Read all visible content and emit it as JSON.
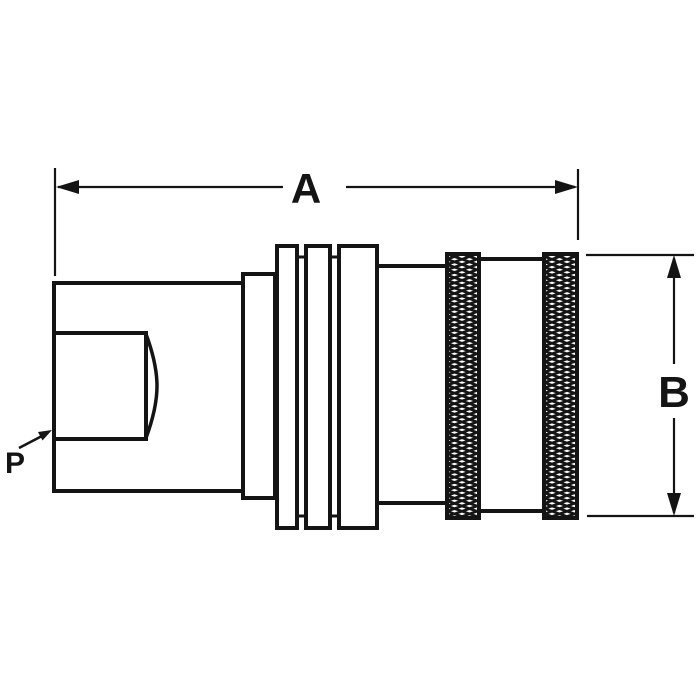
{
  "drawing": {
    "kind": "technical-line-drawing",
    "subject": "quick-disconnect coupling, side profile view",
    "labels": {
      "dim_length": "A",
      "dim_diameter": "B",
      "port": "P"
    },
    "colors": {
      "line": "#141414",
      "background": "#ffffff"
    }
  }
}
